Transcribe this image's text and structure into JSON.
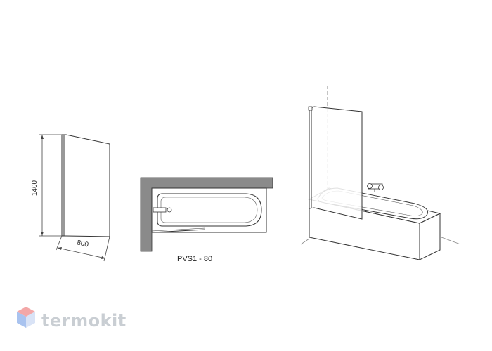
{
  "front_view": {
    "height_label": "1400",
    "width_label": "800"
  },
  "plan_view": {
    "model_label": "PVS1 - 80"
  },
  "watermark": {
    "brand": "termokit",
    "logo_icon": "cube-logo-icon",
    "colors": {
      "logo_top": "#f3a7a7",
      "logo_left": "#a9c3ef",
      "logo_right": "#d9e3f6",
      "text": "#c9ced3"
    }
  },
  "colors": {
    "line": "#333333",
    "wall_fill": "#8a8a8a",
    "dashed": "#888888"
  }
}
